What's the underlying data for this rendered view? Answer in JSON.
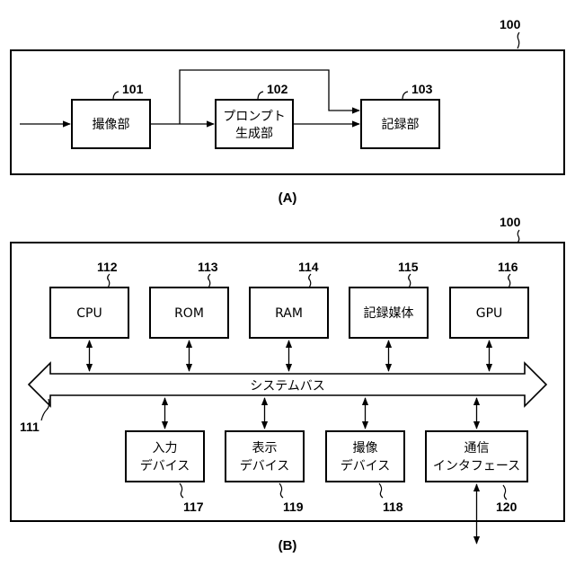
{
  "diagram_a": {
    "caption": "(A)",
    "frame_ref": "100",
    "blocks": [
      {
        "ref": "101",
        "lines": [
          "撮像部"
        ]
      },
      {
        "ref": "102",
        "lines": [
          "プロンプト",
          "生成部"
        ]
      },
      {
        "ref": "103",
        "lines": [
          "記録部"
        ]
      }
    ]
  },
  "diagram_b": {
    "caption": "(B)",
    "frame_ref": "100",
    "bus": {
      "ref": "111",
      "label": "システムバス"
    },
    "top_blocks": [
      {
        "ref": "112",
        "label": "CPU"
      },
      {
        "ref": "113",
        "label": "ROM"
      },
      {
        "ref": "114",
        "label": "RAM"
      },
      {
        "ref": "115",
        "label": "記録媒体"
      },
      {
        "ref": "116",
        "label": "GPU"
      }
    ],
    "bottom_blocks": [
      {
        "ref": "117",
        "lines": [
          "入力",
          "デバイス"
        ]
      },
      {
        "ref": "119",
        "lines": [
          "表示",
          "デバイス"
        ]
      },
      {
        "ref": "118",
        "lines": [
          "撮像",
          "デバイス"
        ]
      },
      {
        "ref": "120",
        "lines": [
          "通信",
          "インタフェース"
        ]
      }
    ]
  }
}
